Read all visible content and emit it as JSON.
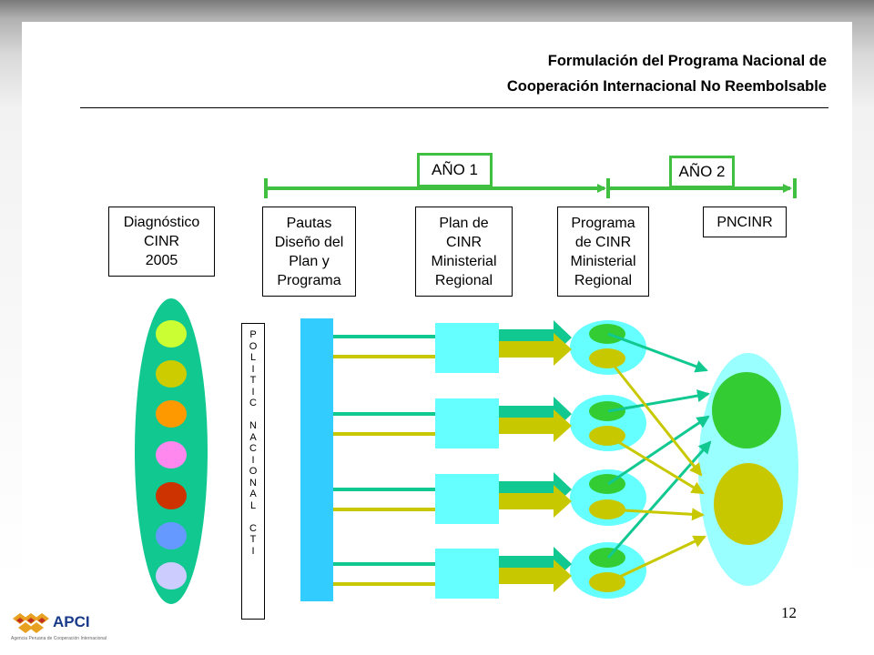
{
  "title": {
    "line1": "Formulación del Programa Nacional de",
    "line2": "Cooperación Internacional No Reembolsable"
  },
  "timeline": {
    "year1": "AÑO 1",
    "year2": "AÑO 2",
    "color": "#40bf40"
  },
  "stages": [
    {
      "label": "Diagnóstico\nCINR\n2005"
    },
    {
      "label": "Pautas\nDiseño del\nPlan y\nPrograma"
    },
    {
      "label": "Plan de\nCINR\nMinisterial\nRegional"
    },
    {
      "label": "Programa\nde CINR\nMinisterial\nRegional"
    },
    {
      "label": "PNCINR"
    }
  ],
  "vertical_label": "P\nO\nL\nI\nT\nI\nC\n \nN\nA\nC\nI\nO\nN\nA\nL\n \nC\nT\nI",
  "page_number": "12",
  "logo": {
    "name": "APCI",
    "subtitle": "Agencia Peruana de Cooperación Internacional"
  },
  "colors": {
    "teal": "#10c890",
    "olive": "#c8c800",
    "light_blue": "#33ccff",
    "cyan_light": "#66ffff",
    "light_cyan_oval": "#99ffff",
    "green": "#33cc33",
    "diagnostic_circles": [
      "#ccff33",
      "#cccc00",
      "#ff9900",
      "#ff88ee",
      "#cc3300",
      "#6699ff",
      "#ccccff"
    ]
  }
}
